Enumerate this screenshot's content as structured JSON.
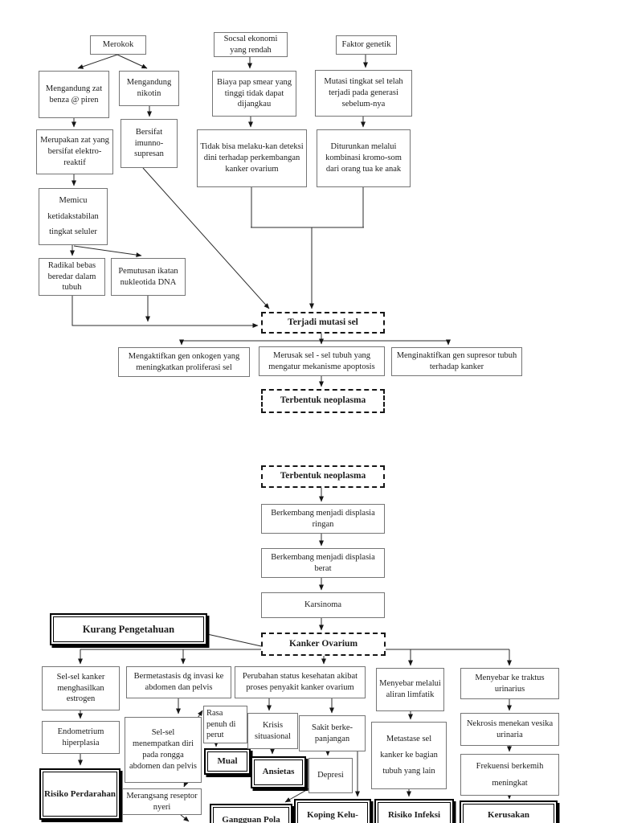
{
  "document": {
    "type": "pathway-flowchart",
    "language": "Indonesian",
    "topic": "Kanker Ovarium (WOC / pathway)",
    "colors": {
      "background": "#ffffff",
      "ink": "#1c1c1c",
      "box_border": "#757575",
      "emphasis": "#000000"
    }
  },
  "diagram": {
    "nodes": {
      "merokok": "Merokok",
      "sosial_ekonomi": "Socsal ekonomi yang rendah",
      "faktor_genetik": "Faktor genetik",
      "mengandung_benza": "Mengandung zat benza @ piren",
      "mengandung_nikotin": "Mengandung nikotin",
      "biaya_pap_smear": "Biaya pap smear yang tinggi tidak dapat dijangkau",
      "mutasi_generasi": "Mutasi tingkat sel telah terjadi pada generasi sebelum-nya",
      "bersifat_imunnosupresan": "Bersifat imunno-supresan",
      "zat_elektro_reaktif": "Merupakan zat yang bersifat elektro-reaktif",
      "tidak_bisa_deteksi": "Tidak bisa melaku-kan deteksi dini terhadap perkembangan kanker ovarium",
      "diturunkan_kromosom": "Diturunkan melalui kombinasi kromo-som dari orang tua ke anak",
      "memicu_ketidakstabilan": "Memicu ketidakstabilan tingkat seluler",
      "radikal_bebas": "Radikal bebas beredar dalam tubuh",
      "pemutusan_dna": "Pemutusan ikatan nukleotida DNA",
      "terjadi_mutasi_sel": "Terjadi mutasi sel",
      "mengaktifkan_onkogen": "Mengaktifkan gen onkogen yang meningkatkan proliferasi sel",
      "merusak_apoptosis": "Merusak sel - sel tubuh yang mengatur mekanisme apoptosis",
      "menginaktifkan_supresor": "Menginaktifkan gen supresor tubuh terhadap kanker",
      "terbentuk_neoplasma_1": "Terbentuk neoplasma",
      "terbentuk_neoplasma_2": "Terbentuk neoplasma",
      "displasia_ringan": "Berkembang menjadi displasia ringan",
      "displasia_berat": "Berkembang menjadi displasia berat",
      "karsinoma": "Karsinoma",
      "kurang_pengetahuan": "Kurang Pengetahuan",
      "kanker_ovarium": "Kanker Ovarium",
      "sel_kanker_estrogen": "Sel-sel kanker menghasilkan estrogen",
      "bermetastasis": "Bermetastasis dg invasi ke abdomen dan pelvis",
      "perubahan_status": "Perubahan status kesehatan akibat proses penyakit kanker ovarium",
      "menyebar_limfatik": "Menyebar melalui aliran limfatik",
      "menyebar_traktus": "Menyebar ke traktus urinarius",
      "endometrium_hiperplasia": "Endometrium hiperplasia",
      "sel_menempatkan": "Sel-sel menempatkan diri pada rongga abdomen dan pelvis",
      "rasa_penuh": "Rasa penuh di perut",
      "mual": "Mual",
      "krisis_situasional": "Krisis situasional",
      "sakit_berkepanjangan": "Sakit berke-panjangan",
      "ansietas": "Ansietas",
      "depresi": "Depresi",
      "metastase_sel": "Metastase sel kanker ke bagian tubuh yang lain",
      "nekrosis_vesika": "Nekrosis menekan vesika urinaria",
      "frekuensi_berkemih": "Frekuensi berkemih meningkat",
      "risiko_perdarahan": "Risiko Perdarahan",
      "merangsang_reseptor": "Merangsang reseptor nyeri",
      "gangguan_pola": "Gangguan Pola",
      "koping_keluarga": "Koping Kelu-",
      "risiko_infeksi": "Risiko Infeksi",
      "kerusakan": "Kerusakan"
    }
  }
}
